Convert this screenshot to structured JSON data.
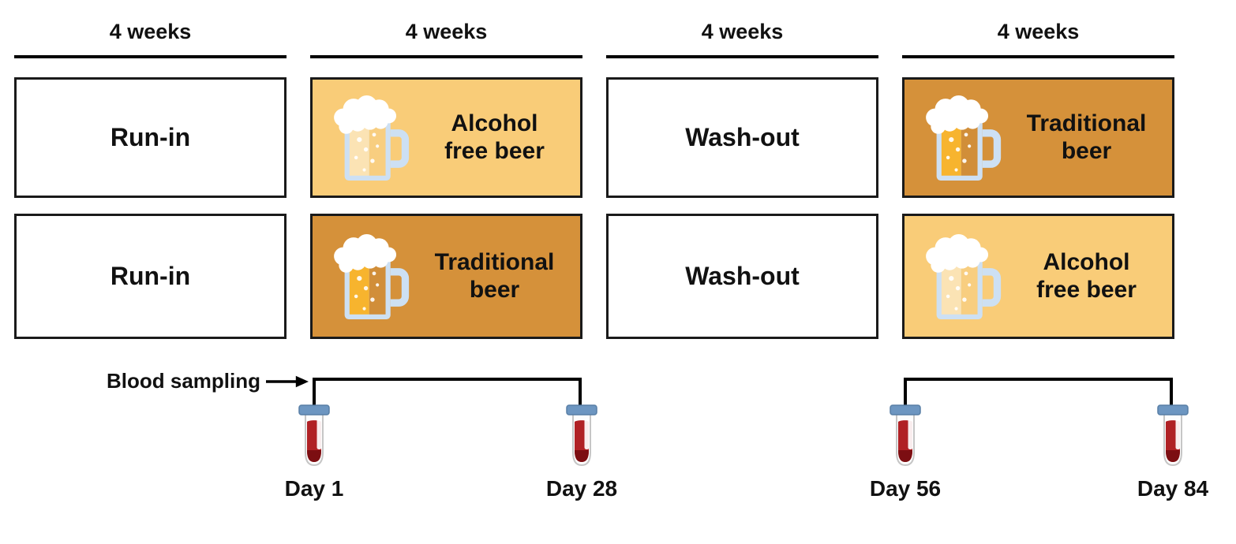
{
  "durations": [
    "4 weeks",
    "4 weeks",
    "4 weeks",
    "4 weeks"
  ],
  "arms": [
    {
      "periods": [
        {
          "label": "Run-in",
          "style": "plain"
        },
        {
          "label": "Alcohol\nfree beer",
          "style": "alcohol_free",
          "icon": "beer-mug"
        },
        {
          "label": "Wash-out",
          "style": "plain"
        },
        {
          "label": "Traditional\nbeer",
          "style": "traditional",
          "icon": "beer-mug"
        }
      ]
    },
    {
      "periods": [
        {
          "label": "Run-in",
          "style": "plain"
        },
        {
          "label": "Traditional\nbeer",
          "style": "traditional",
          "icon": "beer-mug"
        },
        {
          "label": "Wash-out",
          "style": "plain"
        },
        {
          "label": "Alcohol\nfree beer",
          "style": "alcohol_free",
          "icon": "beer-mug"
        }
      ]
    }
  ],
  "blood_sampling": {
    "label": "Blood sampling",
    "arrow_icon": "right-arrow",
    "tube_icon": "blood-tube",
    "timepoints": [
      "Day 1",
      "Day 28",
      "Day 56",
      "Day 84"
    ]
  },
  "colors": {
    "text_color": "#111111",
    "line_color": "#000000",
    "box_border": "#1a1a1a",
    "alcohol_free_bg": "#F9CC78",
    "traditional_bg": "#D5913A",
    "glass_blue": "#CDE0F3",
    "foam_white": "#FFFFFF",
    "af_beer_light": "#FBE3B4",
    "af_beer_dark": "#F8CE80",
    "trad_beer_light": "#F7B42E",
    "trad_beer_dark": "#D18E39",
    "tube_cap": "#6D96C1",
    "tube_cap_edge": "#587FA6",
    "tube_outline": "#C6C6C6",
    "blood_red": "#B02125",
    "blood_dark": "#7C0E12"
  }
}
